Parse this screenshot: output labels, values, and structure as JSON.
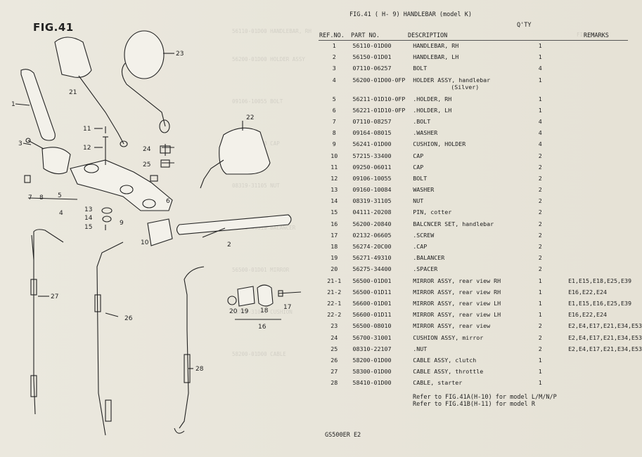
{
  "figure_label": "FIG.41",
  "header": {
    "title": "FIG.41 (  H- 9) HANDLEBAR (model K)",
    "qty_label": "Q'TY"
  },
  "columns": {
    "ref_no": "REF.NO.",
    "part_no": "PART NO.",
    "description": "DESCRIPTION",
    "remarks": "REMARKS"
  },
  "parts": [
    {
      "ref": "1",
      "part": "56110-01D00",
      "desc": "HANDLEBAR, RH",
      "qty": "1",
      "remarks": ""
    },
    {
      "ref": "2",
      "part": "56150-01D01",
      "desc": "HANDLEBAR, LH",
      "qty": "1",
      "remarks": ""
    },
    {
      "ref": "3",
      "part": "07110-06257",
      "desc": "BOLT",
      "qty": "4",
      "remarks": ""
    },
    {
      "ref": "4",
      "part": "56200-01D00-0FP",
      "desc": "HOLDER ASSY, handlebar",
      "desc2": "(Silver)",
      "qty": "1",
      "remarks": ""
    },
    {
      "ref": "5",
      "part": "56211-01D10-0FP",
      "desc": ".HOLDER, RH",
      "qty": "1",
      "remarks": ""
    },
    {
      "ref": "6",
      "part": "56221-01D10-0FP",
      "desc": ".HOLDER, LH",
      "qty": "1",
      "remarks": ""
    },
    {
      "ref": "7",
      "part": "07110-08257",
      "desc": ".BOLT",
      "qty": "4",
      "remarks": ""
    },
    {
      "ref": "8",
      "part": "09164-08015",
      "desc": ".WASHER",
      "qty": "4",
      "remarks": ""
    },
    {
      "ref": "9",
      "part": "56241-01D00",
      "desc": "CUSHION, HOLDER",
      "qty": "4",
      "remarks": ""
    },
    {
      "ref": "10",
      "part": "57215-33400",
      "desc": "CAP",
      "qty": "2",
      "remarks": ""
    },
    {
      "ref": "11",
      "part": "09250-06011",
      "desc": "CAP",
      "qty": "2",
      "remarks": ""
    },
    {
      "ref": "12",
      "part": "09106-10055",
      "desc": "BOLT",
      "qty": "2",
      "remarks": ""
    },
    {
      "ref": "13",
      "part": "09160-10084",
      "desc": "WASHER",
      "qty": "2",
      "remarks": ""
    },
    {
      "ref": "14",
      "part": "08319-31105",
      "desc": "NUT",
      "qty": "2",
      "remarks": ""
    },
    {
      "ref": "15",
      "part": "04111-20208",
      "desc": "PIN, cotter",
      "qty": "2",
      "remarks": ""
    },
    {
      "ref": "16",
      "part": "56200-20840",
      "desc": "BALCNCER SET, handlebar",
      "qty": "2",
      "remarks": ""
    },
    {
      "ref": "17",
      "part": "02132-06605",
      "desc": ".SCREW",
      "qty": "2",
      "remarks": ""
    },
    {
      "ref": "18",
      "part": "56274-20C00",
      "desc": ".CAP",
      "qty": "2",
      "remarks": ""
    },
    {
      "ref": "19",
      "part": "56271-49310",
      "desc": ".BALANCER",
      "qty": "2",
      "remarks": ""
    },
    {
      "ref": "20",
      "part": "56275-34400",
      "desc": ".SPACER",
      "qty": "2",
      "remarks": ""
    },
    {
      "ref": "21-1",
      "part": "56500-01D01",
      "desc": "MIRROR ASSY, rear view RH",
      "qty": "1",
      "remarks": "E1,E15,E18,E25,E39"
    },
    {
      "ref": "21-2",
      "part": "56500-01D11",
      "desc": "MIRROR ASSY, rear view RH",
      "qty": "1",
      "remarks": "E16,E22,E24"
    },
    {
      "ref": "22-1",
      "part": "56600-01D01",
      "desc": "MIRROR ASSY, rear view LH",
      "qty": "1",
      "remarks": "E1,E15,E16,E25,E39"
    },
    {
      "ref": "22-2",
      "part": "56600-01D11",
      "desc": "MIRROR ASSY, rear view LH",
      "qty": "1",
      "remarks": "E16,E22,E24"
    },
    {
      "ref": "23",
      "part": "56500-08010",
      "desc": "MIRROR ASSY, rear view",
      "qty": "2",
      "remarks": "E2,E4,E17,E21,E34,E53"
    },
    {
      "ref": "24",
      "part": "56700-31001",
      "desc": "CUSHION ASSY, mirror",
      "qty": "2",
      "remarks": "E2,E4,E17,E21,E34,E53"
    },
    {
      "ref": "25",
      "part": "08310-22107",
      "desc": ".NUT",
      "qty": "2",
      "remarks": "E2,E4,E17,E21,E34,E53"
    },
    {
      "ref": "26",
      "part": "58200-01D00",
      "desc": "CABLE ASSY, clutch",
      "qty": "1",
      "remarks": ""
    },
    {
      "ref": "27",
      "part": "58300-01D00",
      "desc": "CABLE ASSY, throttle",
      "qty": "1",
      "remarks": ""
    },
    {
      "ref": "28",
      "part": "58410-01D00",
      "desc": "CABLE, starter",
      "qty": "1",
      "remarks": ""
    }
  ],
  "notes": {
    "line1": "Refer to FIG.41A(H-10) for model L/M/N/P",
    "line2": "Refer to FIG.41B(H-11) for model R"
  },
  "footer": "GS500ER E2",
  "callouts": [
    "1",
    "2",
    "3",
    "4",
    "5",
    "6",
    "7",
    "8",
    "9",
    "10",
    "11",
    "12",
    "13",
    "14",
    "15",
    "16",
    "17",
    "18",
    "19",
    "20",
    "21",
    "22",
    "23",
    "24",
    "25",
    "26",
    "27",
    "28"
  ],
  "colors": {
    "paper": "#e9e6dc",
    "ink": "#222222"
  }
}
